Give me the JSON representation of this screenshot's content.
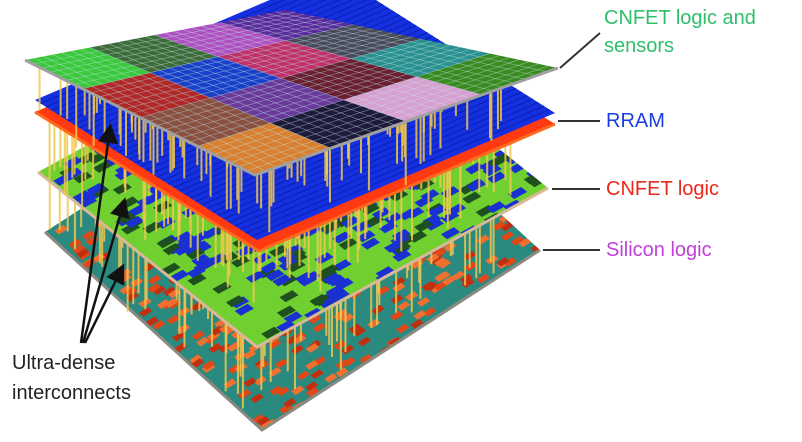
{
  "labels": {
    "cnfet_sensors": {
      "line1": "CNFET logic and",
      "line2": "sensors",
      "color": "#2fbf6a"
    },
    "rram": {
      "text": "RRAM",
      "color": "#1a3fe0"
    },
    "cnfet_logic": {
      "text": "CNFET logic",
      "color": "#e8281c"
    },
    "silicon_logic": {
      "text": "Silicon logic",
      "color": "#c040d8"
    },
    "interconnects": {
      "line1": "Ultra-dense",
      "line2": "interconnects",
      "color": "#222222"
    }
  },
  "top_tile_colors": [
    [
      "#3cc83c",
      "#3f6b3a",
      "#b050c0",
      "#5a2a9a"
    ],
    [
      "#b02828",
      "#1a3fc8",
      "#c0306a",
      "#4a4a5a"
    ],
    [
      "#8a5040",
      "#6a3a9a",
      "#6a2030",
      "#2a9090"
    ],
    [
      "#d88030",
      "#1e1a3a",
      "#d8a0d0",
      "#3a8a20"
    ]
  ],
  "colors": {
    "pillar": "#f0c850",
    "rram_layer": "#1530e0",
    "cnfet_layer": "#ff3a10",
    "logic_green": "#70d030",
    "logic_blue": "#1a30d0",
    "silicon_base": "#2a8a80",
    "silicon_dots": "#e04818"
  }
}
